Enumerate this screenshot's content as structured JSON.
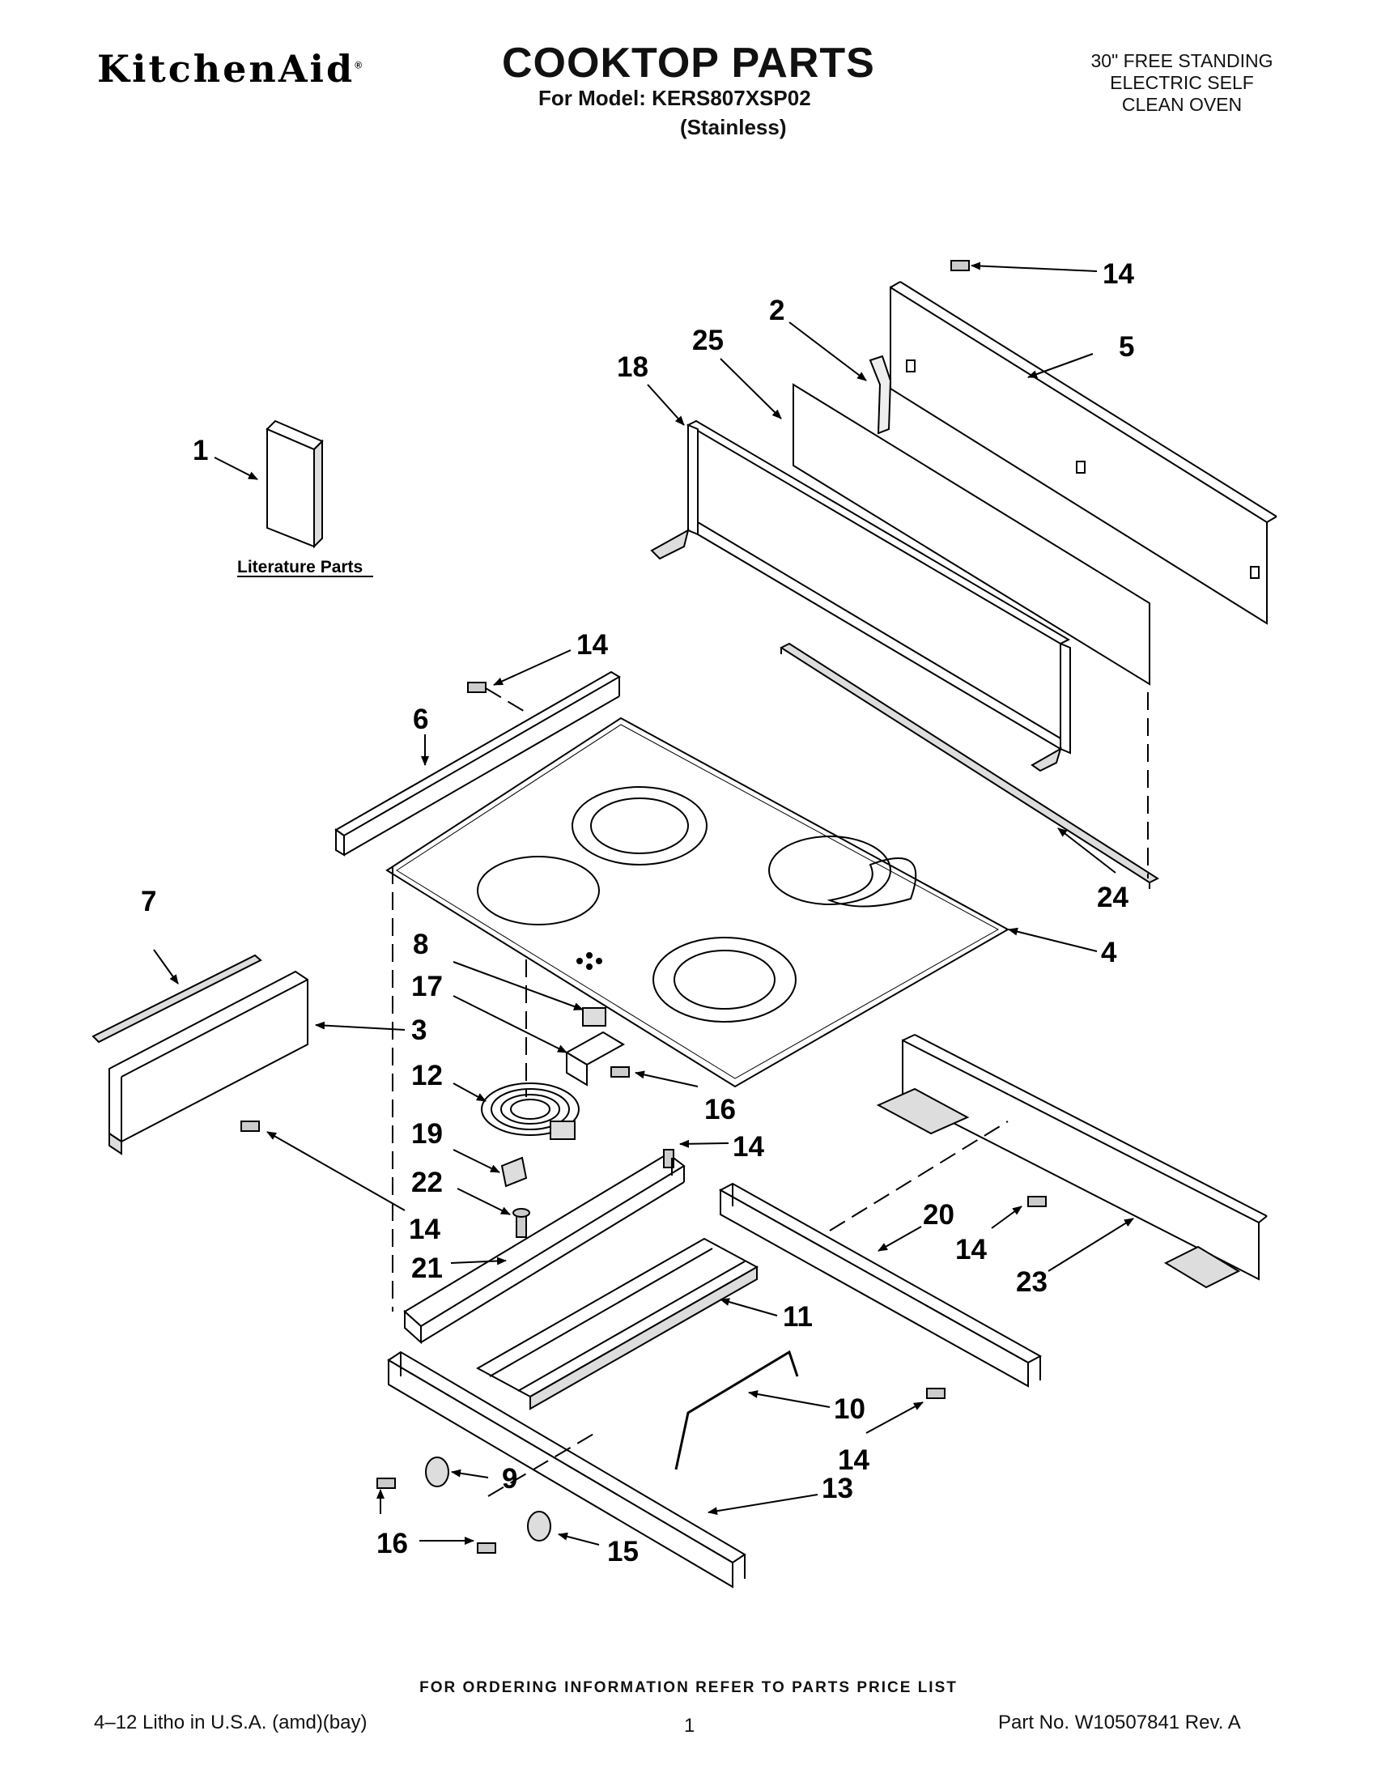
{
  "header": {
    "brand": "KitchenAid",
    "brand_mark": "®",
    "title": "COOKTOP PARTS",
    "model_line": "For Model: KERS807XSP02",
    "variant_line": "(Stainless)",
    "description": [
      "30\" FREE STANDING",
      "ELECTRIC SELF",
      "CLEAN OVEN"
    ]
  },
  "diagram": {
    "literature_label": "Literature Parts",
    "callouts": [
      "1",
      "2",
      "3",
      "4",
      "5",
      "6",
      "7",
      "8",
      "9",
      "10",
      "11",
      "12",
      "13",
      "14",
      "14",
      "14",
      "14",
      "14",
      "14",
      "14",
      "15",
      "16",
      "16",
      "17",
      "18",
      "19",
      "20",
      "21",
      "22",
      "23",
      "24",
      "25"
    ]
  },
  "footer": {
    "ordering_info": "FOR ORDERING INFORMATION REFER TO PARTS PRICE LIST",
    "litho": "4–12 Litho in U.S.A. (amd)(bay)",
    "page": "1",
    "part_no": "Part No. W10507841 Rev. A"
  }
}
